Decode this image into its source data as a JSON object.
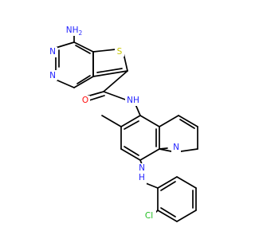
{
  "structure": {
    "colors": {
      "bond": "#000000",
      "nitrogen": "#2323ff",
      "oxygen": "#ff0d0d",
      "sulfur": "#c8c800",
      "chlorine": "#1fbd1f",
      "background": "#ffffff"
    },
    "labels": {
      "amine_top": "NH",
      "amine_top_sub": "2",
      "n_pyrimidine_1": "N",
      "n_pyrimidine_2": "N",
      "sulfur": "S",
      "oxygen": "O",
      "amide_n": "N",
      "amide_h": "H",
      "n_isoquinoline": "N",
      "aniline_n": "N",
      "aniline_h": "H",
      "chlorine": "Cl"
    }
  }
}
